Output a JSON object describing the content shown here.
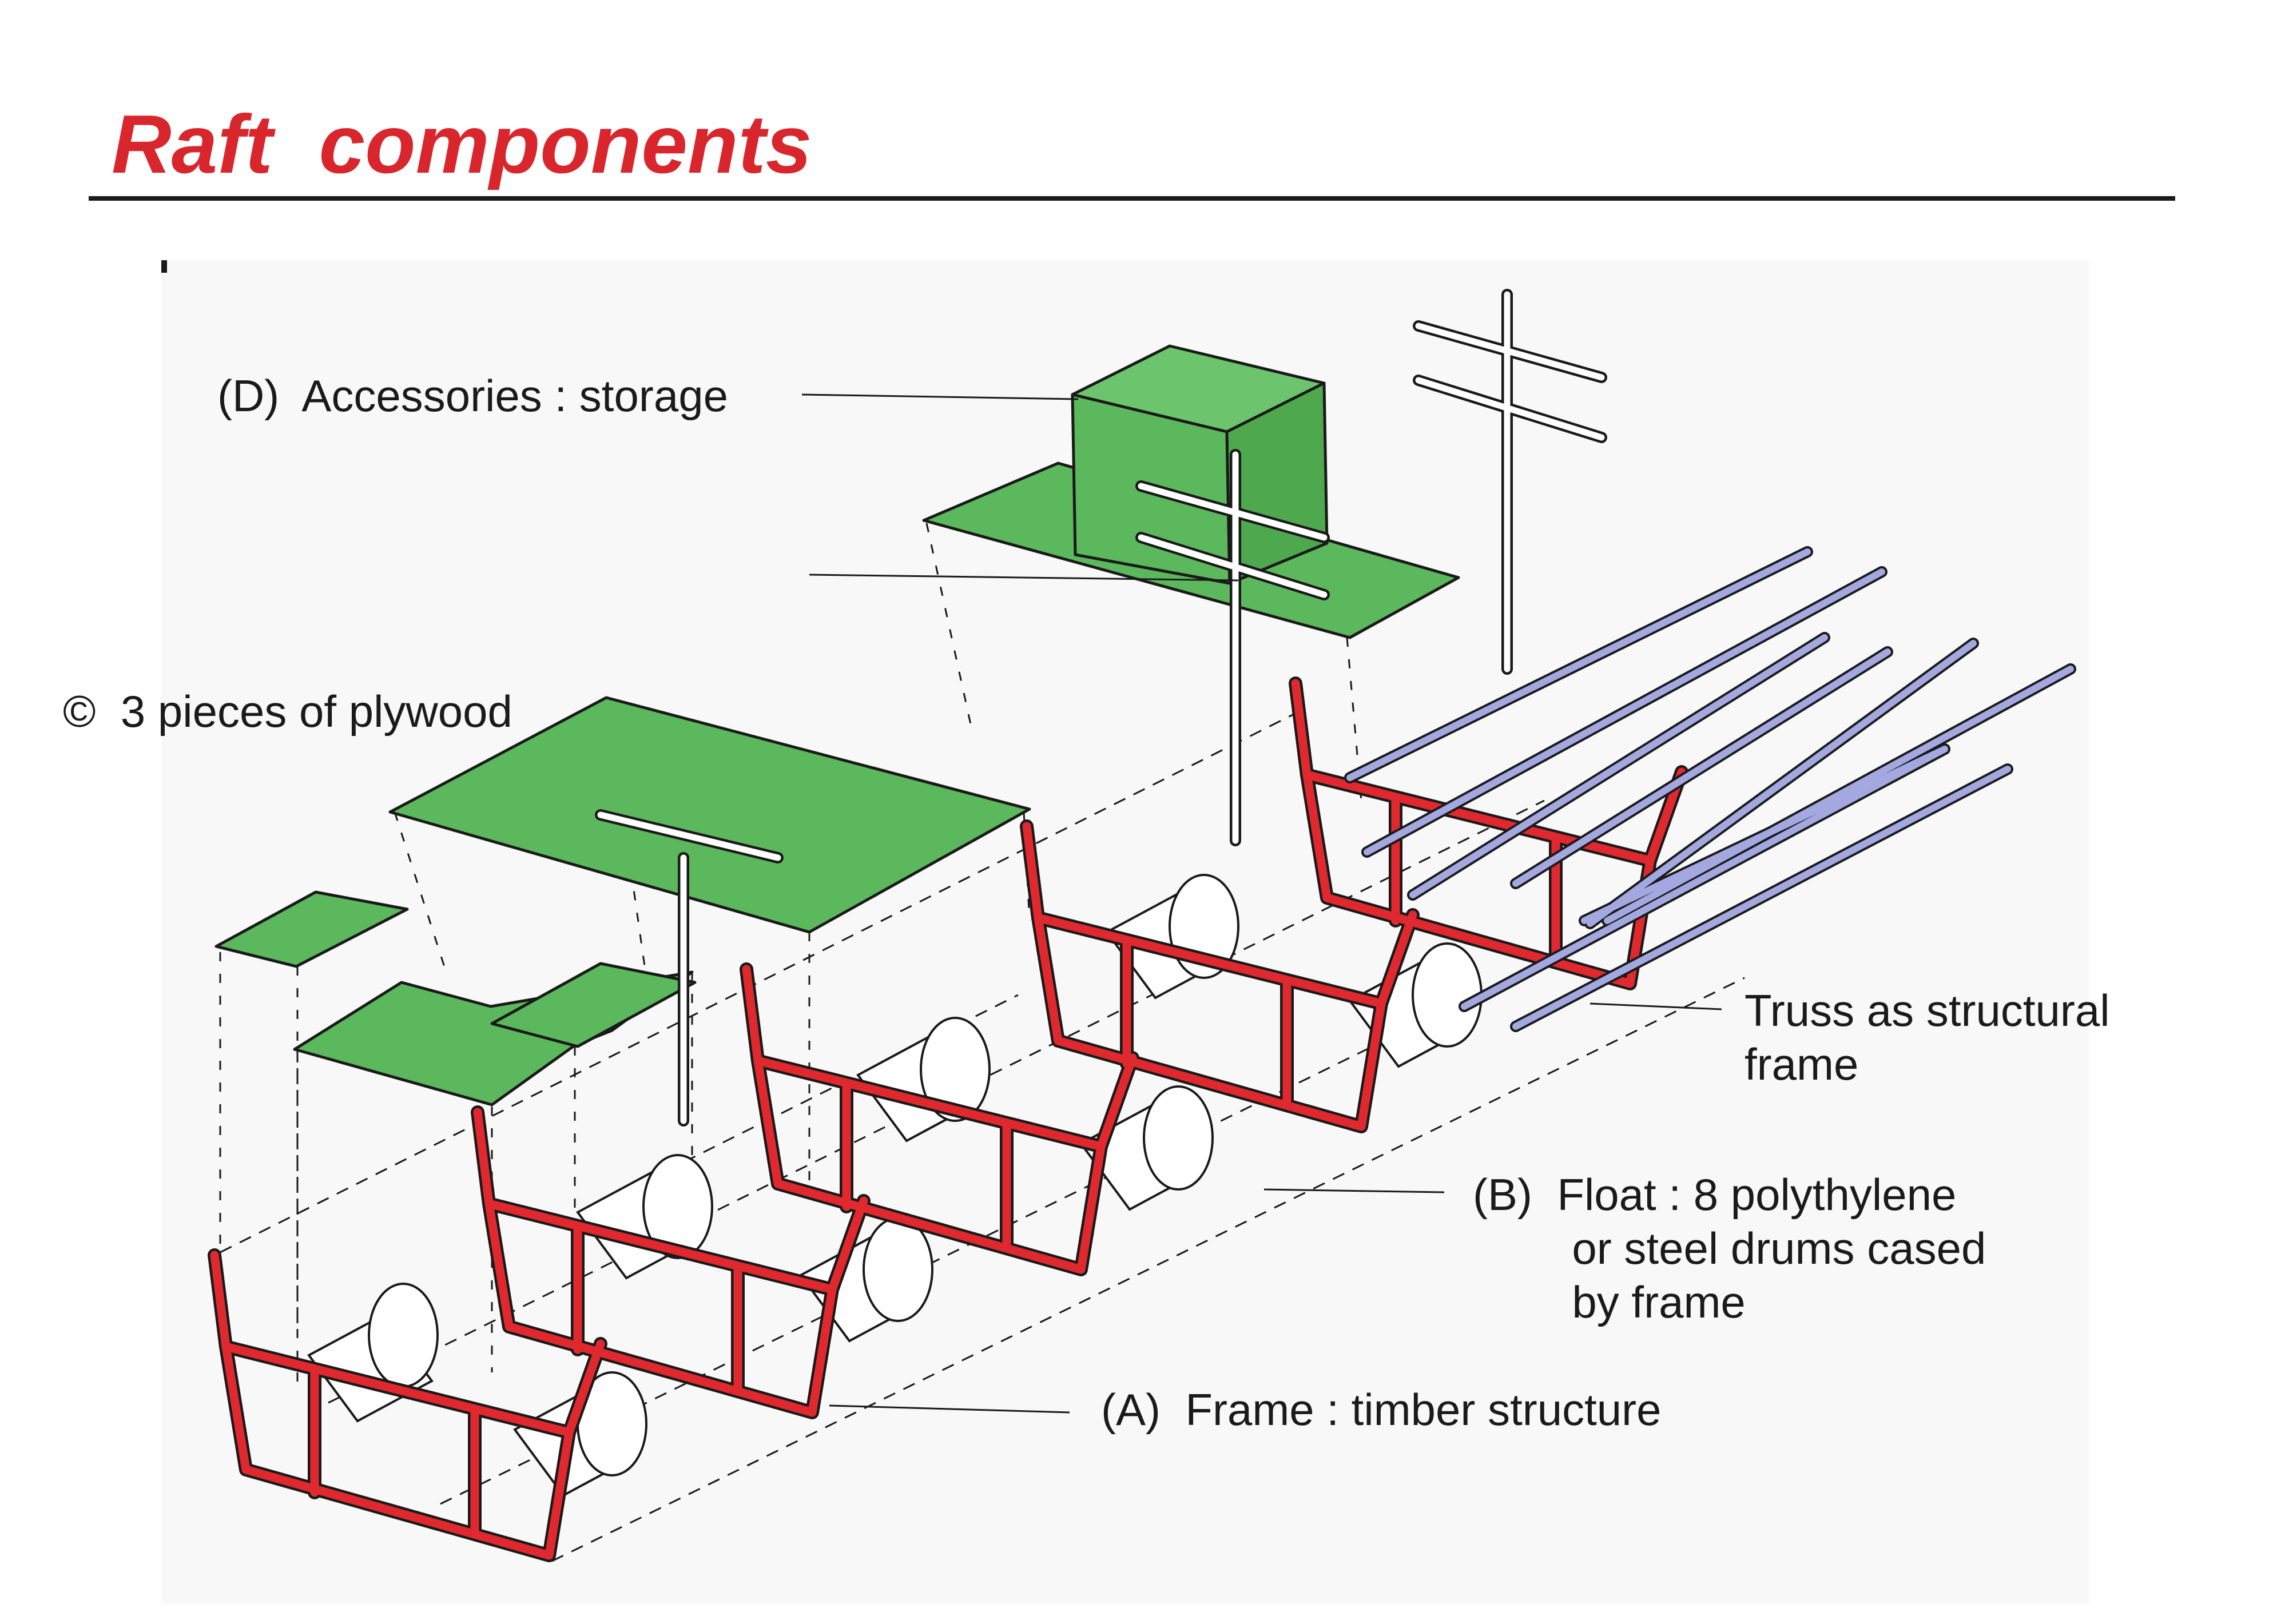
{
  "slide": {
    "title": "Raft  components",
    "title_color": "#d9262c"
  },
  "colors": {
    "plywood": "#5cb85c",
    "frame": "#e0292f",
    "truss": "#a3a8e0",
    "drum": "#ffffff",
    "panel_background": "#f8f8f8",
    "outline": "#1a1a1a"
  },
  "labels": {
    "accessories": "(D)  Accessories : storage",
    "plywood": "©  3 pieces of plywood",
    "truss": "Truss as structural\nframe",
    "float": "(B)  Float : 8 polythylene\n        or steel drums cased\n        by frame",
    "frame": "(A)  Frame : timber structure"
  }
}
